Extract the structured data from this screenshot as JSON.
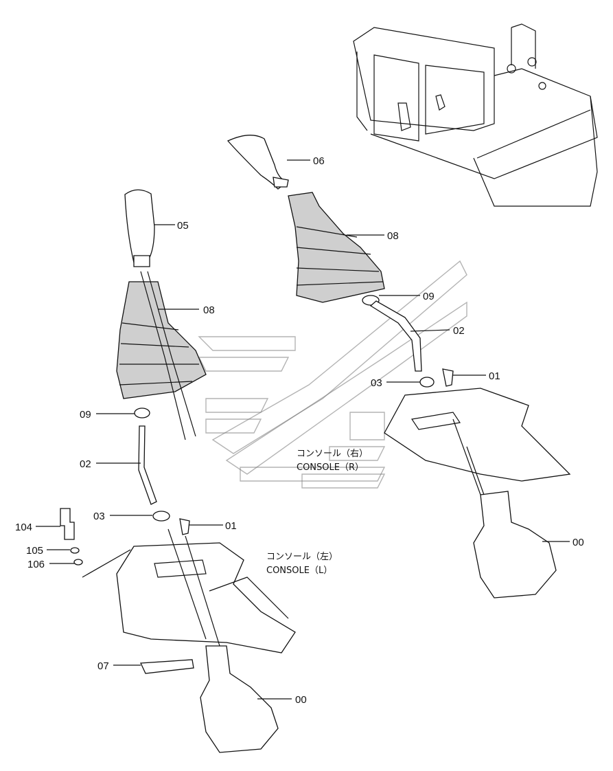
{
  "diagram": {
    "parts": [
      {
        "id": "p06",
        "number": "06"
      },
      {
        "id": "p05",
        "number": "05"
      },
      {
        "id": "p08r",
        "number": "08"
      },
      {
        "id": "p08l",
        "number": "08"
      },
      {
        "id": "p09r",
        "number": "09"
      },
      {
        "id": "p02r",
        "number": "02"
      },
      {
        "id": "p03r",
        "number": "03"
      },
      {
        "id": "p01r",
        "number": "01"
      },
      {
        "id": "p09l",
        "number": "09"
      },
      {
        "id": "p02l",
        "number": "02"
      },
      {
        "id": "p03l",
        "number": "03"
      },
      {
        "id": "p01l",
        "number": "01"
      },
      {
        "id": "p104",
        "number": "104"
      },
      {
        "id": "p105",
        "number": "105"
      },
      {
        "id": "p106",
        "number": "106"
      },
      {
        "id": "p00r",
        "number": "00"
      },
      {
        "id": "p07",
        "number": "07"
      },
      {
        "id": "p00l",
        "number": "00"
      }
    ],
    "console_right": {
      "ja": "コンソール（右）",
      "en": "CONSOLE（R）"
    },
    "console_left": {
      "ja": "コンソール（左）",
      "en": "CONSOLE（L）"
    }
  }
}
